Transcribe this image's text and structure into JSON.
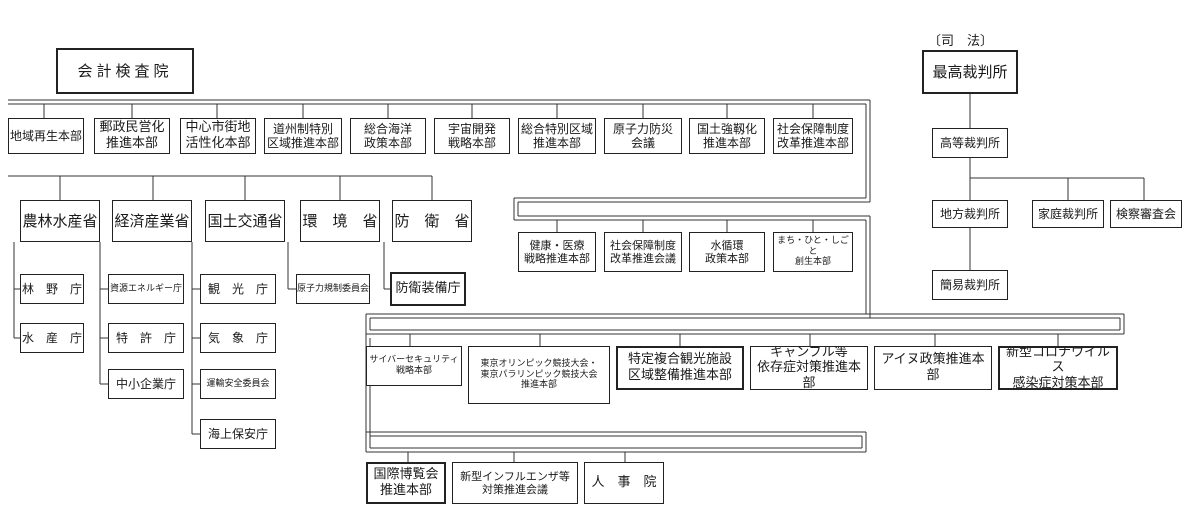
{
  "top": {
    "label": "会計検査院"
  },
  "judiciary": {
    "caption": "〔司　法〕",
    "supreme": "最高裁判所",
    "high": "高等裁判所",
    "district": "地方裁判所",
    "family": "家庭裁判所",
    "inquest": "検察審査会",
    "summary": "簡易裁判所"
  },
  "row1": [
    "地域再生本部",
    "郵政民営化\n推進本部",
    "中心市街地\n活性化本部",
    "道州制特別\n区域推進本部",
    "総合海洋\n政策本部",
    "宇宙開発\n戦略本部",
    "総合特別区域\n推進本部",
    "原子力防災\n会議",
    "国土強靱化\n推進本部",
    "社会保障制度\n改革推進本部"
  ],
  "ministries": [
    "農林水産省",
    "経済産業省",
    "国土交通省",
    "環　境　省",
    "防　衛　省"
  ],
  "agri": [
    "林　野　庁",
    "水　産　庁"
  ],
  "meti": [
    "資源エネルギー庁",
    "特　許　庁",
    "中小企業庁"
  ],
  "mlit": [
    "観　光　庁",
    "気　象　庁",
    "運輸安全委員会",
    "海上保安庁"
  ],
  "env": [
    "原子力規制委員会"
  ],
  "defense": [
    "防衛装備庁"
  ],
  "row2": [
    "健康・医療\n戦略推進本部",
    "社会保障制度\n改革推進会議",
    "水循環\n政策本部",
    "まち・ひと・しごと\n創生本部"
  ],
  "row3": [
    "サイバーセキュリティ\n戦略本部",
    "東京オリンピック競技大会・\n東京パラリンピック競技大会\n推進本部",
    "特定複合観光施設\n区域整備推進本部",
    "ギャンブル等\n依存症対策推進本部",
    "アイヌ政策推進本部",
    "新型コロナウイルス\n感染症対策本部"
  ],
  "row4": [
    "国際博覧会\n推進本部",
    "新型インフルエンザ等\n対策推進会議",
    "人　事　院"
  ]
}
